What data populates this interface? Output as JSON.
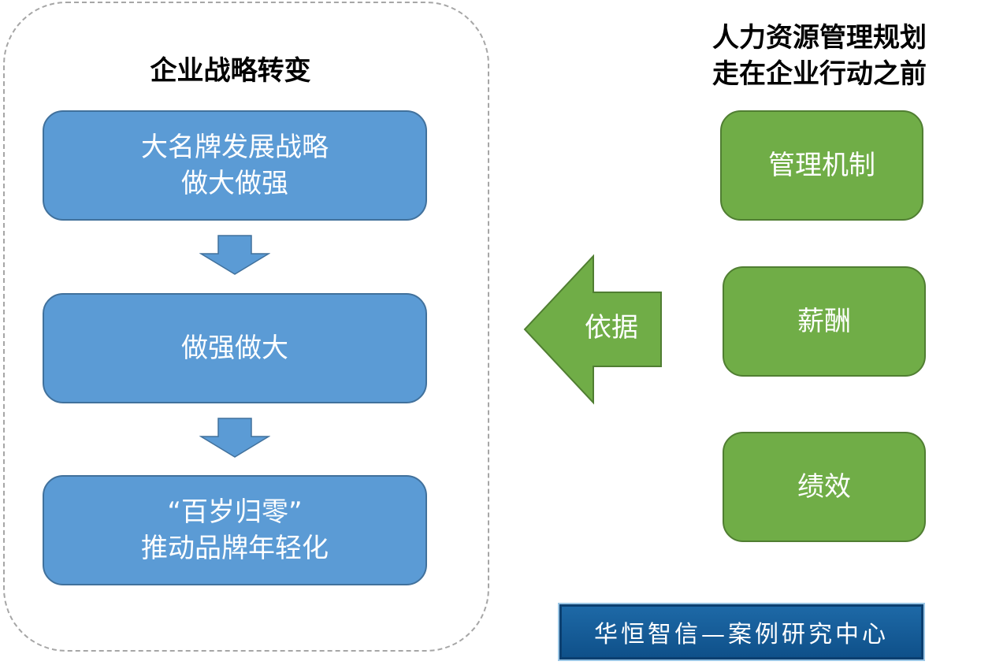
{
  "left_panel": {
    "title": "企业战略转变",
    "steps": [
      {
        "line1": "大名牌发展战略",
        "line2": "做大做强"
      },
      {
        "line1": "做强做大",
        "line2": ""
      },
      {
        "line1": "“百岁归零”",
        "line2": "推动品牌年轻化"
      }
    ]
  },
  "right_panel": {
    "title_line1": "人力资源管理规划",
    "title_line2": "走在企业行动之前",
    "items": [
      "管理机制",
      "薪酬",
      "绩效"
    ]
  },
  "connector": {
    "label": "依据"
  },
  "footer": {
    "label": "华恒智信—案例研究中心"
  },
  "colors": {
    "blue_box": "#5b9bd5",
    "green_box": "#70ad47",
    "footer_bg": "#1e6aa8"
  }
}
